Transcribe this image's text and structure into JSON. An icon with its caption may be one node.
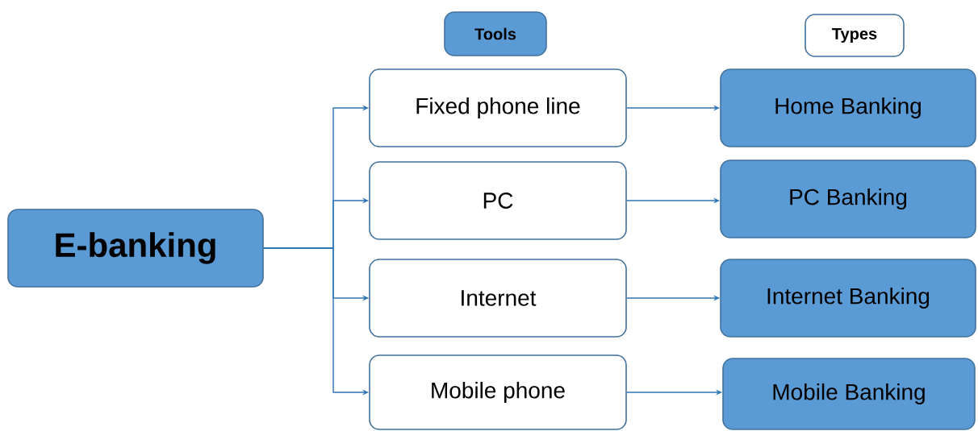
{
  "diagram": {
    "nodes": [
      {
        "text": [
          "Tools"
        ]
      },
      {
        "text": [
          "Types"
        ]
      },
      {
        "text": [
          "E-banking"
        ]
      },
      {
        "text": [
          "Fixed phone line"
        ]
      },
      {
        "text": [
          "PC"
        ]
      },
      {
        "text": [
          "Internet"
        ]
      },
      {
        "text": [
          "Mobile phone"
        ]
      },
      {
        "text": [
          "Home Banking"
        ]
      },
      {
        "text": [
          "PC Banking"
        ]
      },
      {
        "text": [
          "Internet Banking"
        ]
      },
      {
        "text": [
          "Mobile Banking"
        ]
      }
    ],
    "edges": [
      {
        "from": 2,
        "to": 3,
        "arrow": "to"
      },
      {
        "from": 2,
        "to": 4,
        "arrow": "to"
      },
      {
        "from": 2,
        "to": 5,
        "arrow": "to"
      },
      {
        "from": 2,
        "to": 6,
        "arrow": "to"
      },
      {
        "from": 3,
        "to": 7,
        "arrow": "to"
      },
      {
        "from": 4,
        "to": 8,
        "arrow": "to"
      },
      {
        "from": 5,
        "to": 9,
        "arrow": "to"
      },
      {
        "from": 6,
        "to": 10,
        "arrow": "to"
      }
    ]
  }
}
